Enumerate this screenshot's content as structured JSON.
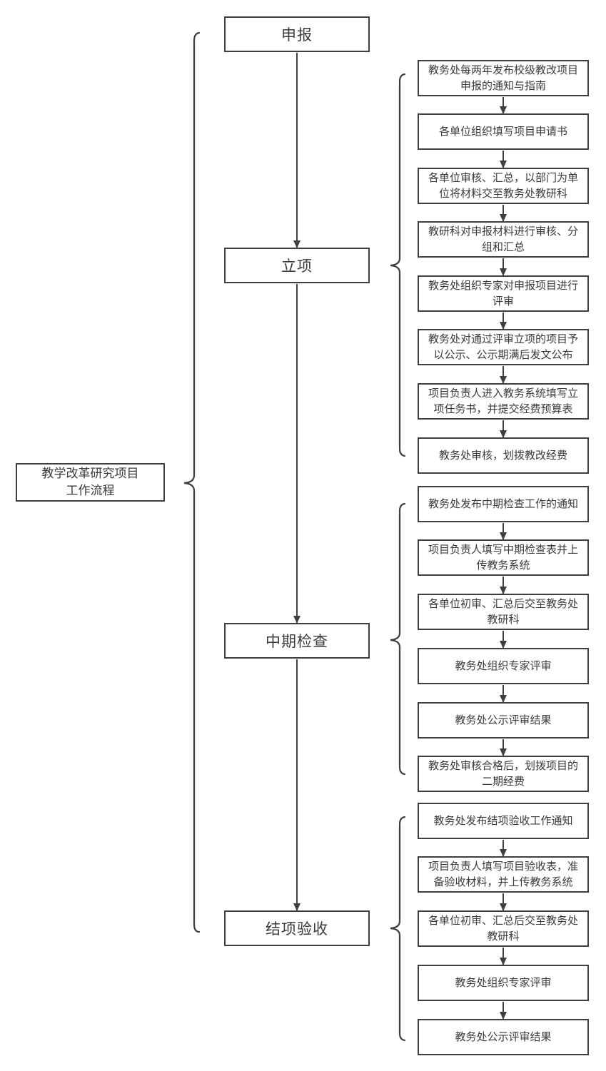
{
  "diagram": {
    "type": "flowchart",
    "colors": {
      "line": "#3f3f3f",
      "text": "#3a3a3a",
      "background": "#ffffff",
      "box_fill": "#ffffff"
    },
    "root": {
      "line1": "教学改革研究项目",
      "line2": "工作流程"
    },
    "stages": [
      {
        "label": "申报"
      },
      {
        "label": "立项"
      },
      {
        "label": "中期检查"
      },
      {
        "label": "结项验收"
      }
    ],
    "step_groups": [
      {
        "stage": "立项",
        "steps": [
          "教务处每两年发布校级教改项目申报的通知与指南",
          "各单位组织填写项目申请书",
          "各单位审核、汇总，以部门为单位将材料交至教务处教研科",
          "教研科对申报材料进行审核、分组和汇总",
          "教务处组织专家对申报项目进行评审",
          "教务处对通过评审立项的项目予以公示、公示期满后发文公布",
          "项目负责人进入教务系统填写立项任务书，并提交经费预算表",
          "教务处审核，划拨教改经费"
        ]
      },
      {
        "stage": "中期检查",
        "steps": [
          "教务处发布中期检查工作的通知",
          "项目负责人填写中期检查表并上传教务系统",
          "各单位初审、汇总后交至教务处教研科",
          "教务处组织专家评审",
          "教务处公示评审结果",
          "教务处审核合格后，划拨项目的二期经费"
        ]
      },
      {
        "stage": "结项验收",
        "steps": [
          "教务处发布结项验收工作通知",
          "项目负责人填写项目验收表，准备验收材料，并上传教务系统",
          "各单位初审、汇总后交至教务处教研科",
          "教务处组织专家评审",
          "教务处公示评审结果"
        ]
      }
    ]
  }
}
